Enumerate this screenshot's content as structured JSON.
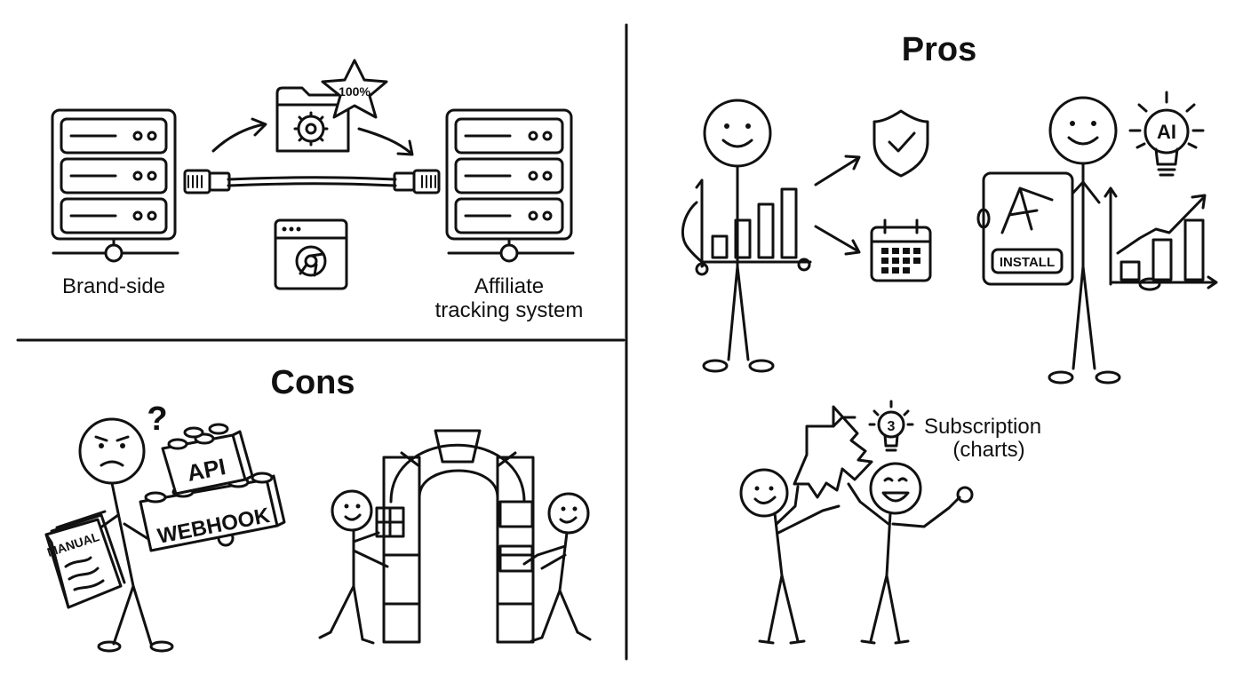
{
  "integration_panel": {
    "left_caption": "Brand-side",
    "right_caption_line1": "Affiliate",
    "right_caption_line2": "tracking system",
    "star_badge": "100%"
  },
  "pros_panel": {
    "heading": "Pros",
    "bulb_text": "AI",
    "app_button": "INSTALL",
    "small_bulb_number": "3",
    "subscription_line1": "Subscription",
    "subscription_line2": "(charts)"
  },
  "cons_panel": {
    "heading": "Cons",
    "question_mark": "?",
    "brick_top": "API",
    "brick_bottom": "WEBHOOK",
    "book_title": "MANUAL"
  }
}
